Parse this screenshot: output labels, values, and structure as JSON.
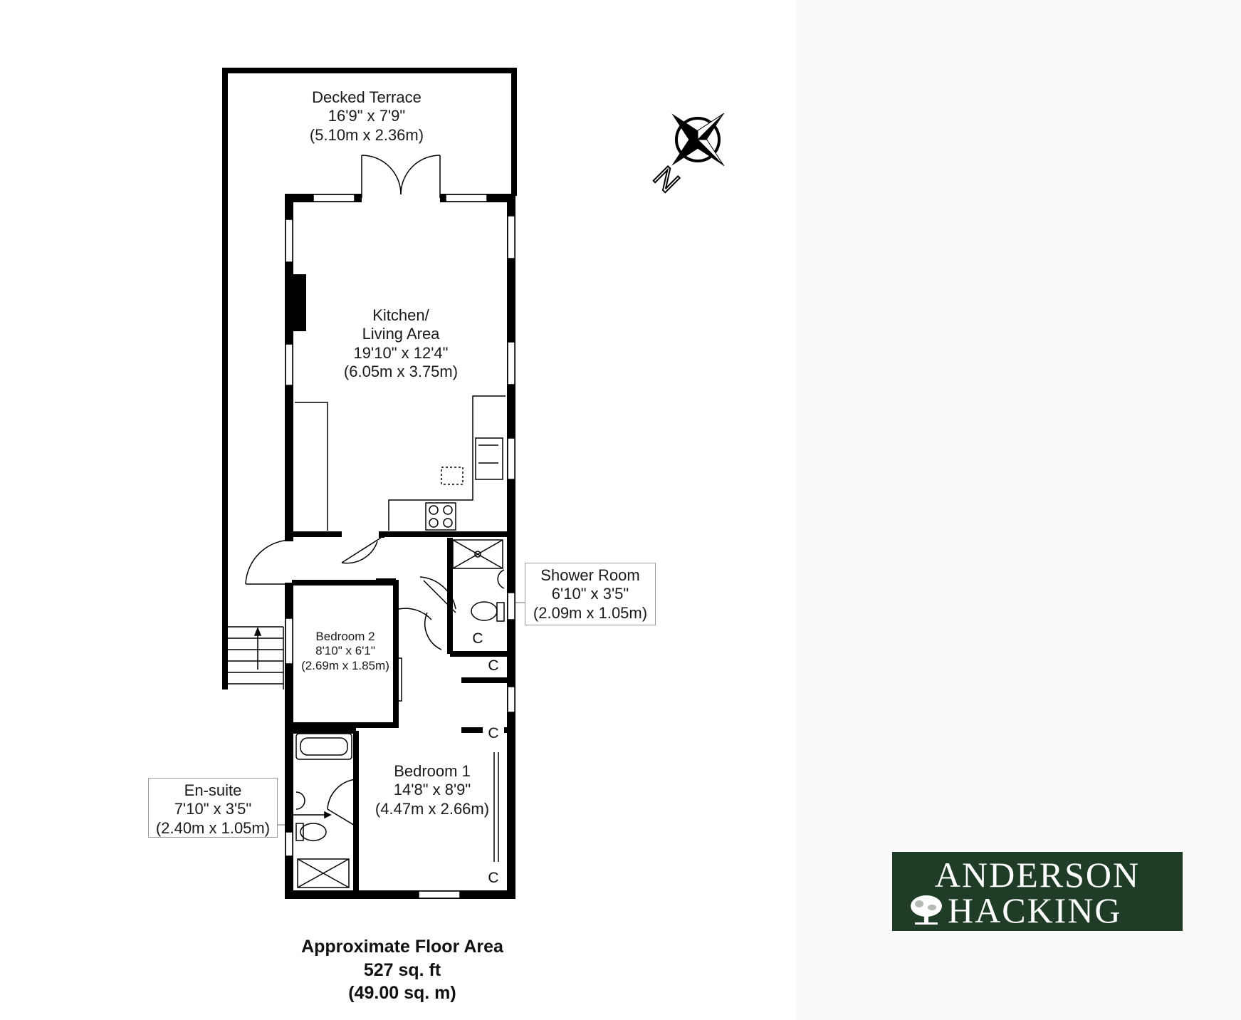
{
  "rooms": {
    "decked_terrace": {
      "name": "Decked Terrace",
      "imperial": "16'9\" x 7'9\"",
      "metric": "(5.10m x 2.36m)"
    },
    "kitchen": {
      "name_line1": "Kitchen/",
      "name_line2": "Living Area",
      "imperial": "19'10\" x 12'4\"",
      "metric": "(6.05m x 3.75m)"
    },
    "shower_room": {
      "name": "Shower Room",
      "imperial": "6'10\" x 3'5\"",
      "metric": "(2.09m x 1.05m)"
    },
    "bedroom2": {
      "name": "Bedroom 2",
      "imperial": "8'10\" x 6'1\"",
      "metric": "(2.69m x 1.85m)"
    },
    "bedroom1": {
      "name": "Bedroom 1",
      "imperial": "14'8\" x 8'9\"",
      "metric": "(4.47m x 2.66m)"
    },
    "ensuite": {
      "name": "En-suite",
      "imperial": "7'10\" x 3'5\"",
      "metric": "(2.40m x 1.05m)"
    }
  },
  "cupboard_label": "C",
  "floor_area": {
    "title": "Approximate Floor Area",
    "imperial": "527 sq. ft",
    "metric": "(49.00 sq. m)"
  },
  "compass": {
    "label": "N",
    "icon": "compass-rose-icon"
  },
  "logo": {
    "line1": "ANDERSON",
    "line2": "HACKING",
    "background": "#1f3c26",
    "icon": "tree-icon"
  },
  "colors": {
    "wall": "#000000",
    "callout_border": "#9a9a9a",
    "panel": "#f9f9fa"
  }
}
